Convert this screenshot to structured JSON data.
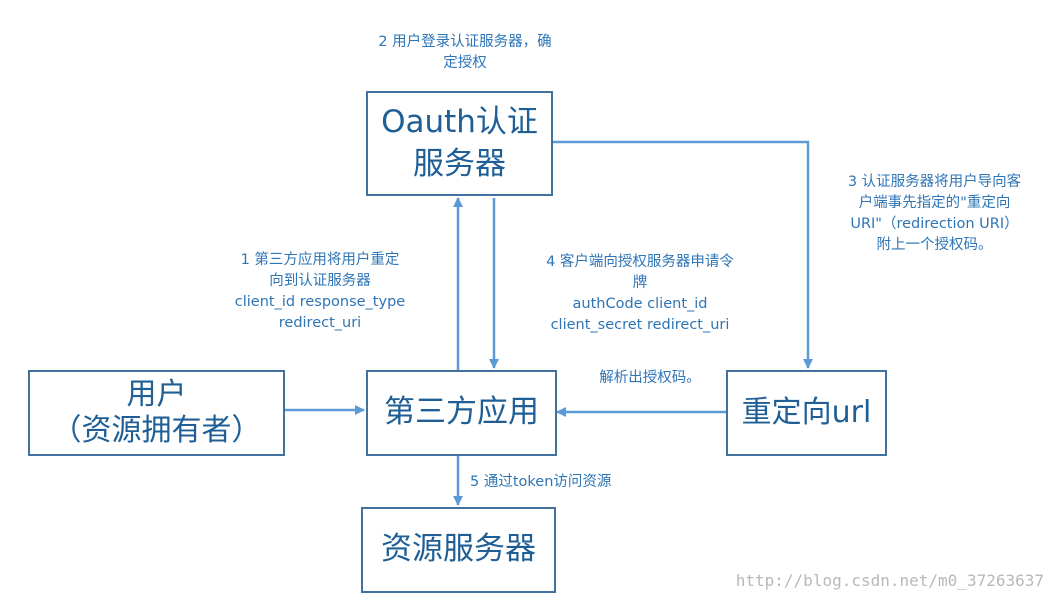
{
  "nodes": {
    "oauth": "Oauth认证\n服务器",
    "app": "第三方应用",
    "user": "用户\n（资源拥有者）",
    "redirect": "重定向url",
    "resource": "资源服务器"
  },
  "labels": {
    "step1": "1   第三方应用将用户重定\n向到认证服务器\nclient_id response_type\nredirect_uri",
    "step2": "2 用户登录认证服务器，确\n定授权",
    "step3": "3 认证服务器将用户导向客\n户端事先指定的\"重定向\nURI\"（redirection URI）\n附上一个授权码。",
    "step4": "4 客户端向授权服务器申请令\n牌\nauthCode      client_id\nclient_secret  redirect_uri",
    "parse": "解析出授权码。",
    "step5": "5 通过token访问资源"
  },
  "watermark": "http://blog.csdn.net/m0_37263637",
  "colors": {
    "border": "#41719c",
    "box_text": "#1f5f96",
    "label_text": "#2e75b6",
    "arrow": "#5b9bd5"
  }
}
